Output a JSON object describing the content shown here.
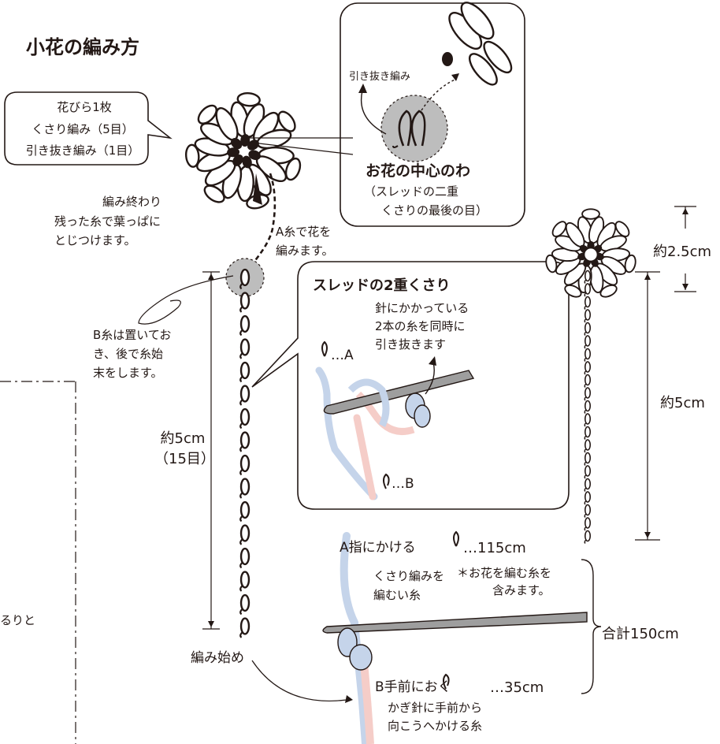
{
  "title": "小花の編み方",
  "petal": {
    "line1": "花びら1枚",
    "line2": "くさり編み（5目）",
    "line3": "引き抜き編み（1目）"
  },
  "end_note": {
    "line1": "編み終わり",
    "line2": "残った糸で葉っぱに",
    "line3": "とじつけます。"
  },
  "a_note": {
    "line1": "A糸で花を",
    "line2": "編みます。"
  },
  "b_note": {
    "line1": "B糸は置いてお",
    "line2": "き、後で糸始",
    "line3": "末をします。"
  },
  "length_left": {
    "line1": "約5cm",
    "line2": "（15目）"
  },
  "start_label": "編み始め",
  "cut_text": "るりと",
  "inset_center": {
    "slip_label": "引き抜き編み",
    "center_label": "お花の中心のわ",
    "sub1": "（スレッドの二重",
    "sub2": "くさりの最後の目）"
  },
  "inset_double": {
    "title": "スレッドの2重くさり",
    "note1": "針にかかっている",
    "note2": "2本の糸を同時に",
    "note3": "引き抜きます",
    "label_a": "…A",
    "label_b": "…B"
  },
  "threads": {
    "a_line": "A指にかける",
    "a_length": "…115cm",
    "a_desc1": "くさり編みを",
    "a_desc2": "編むい糸",
    "note1": "＊お花を編む糸を",
    "note2": "含みます。",
    "b_line": "B手前におく",
    "b_length": "…35cm",
    "b_desc1": "かぎ針に手前から",
    "b_desc2": "向こうへかける糸",
    "total": "合計150cm"
  },
  "finished": {
    "flower_size": "約2.5cm",
    "stem_length": "約5cm"
  },
  "colors": {
    "ink": "#231815",
    "thread_a": "#c5d4ea",
    "thread_b": "#f5cdc8",
    "hook": "#9e9e9e",
    "shade": "#bdbdbd"
  }
}
